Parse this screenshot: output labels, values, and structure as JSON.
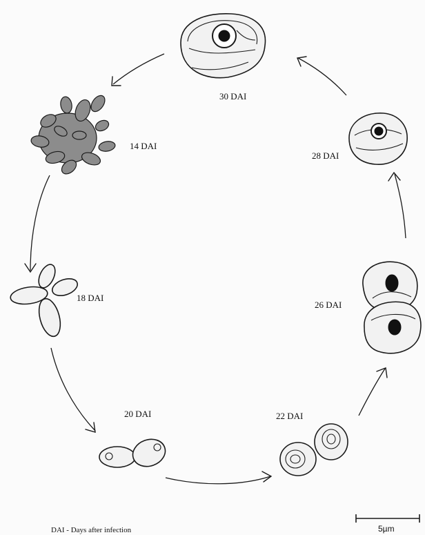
{
  "diagram": {
    "stages": [
      {
        "id": "s30",
        "label": "30 DAI"
      },
      {
        "id": "s14",
        "label": "14 DAI"
      },
      {
        "id": "s18",
        "label": "18 DAI"
      },
      {
        "id": "s20",
        "label": "20 DAI"
      },
      {
        "id": "s22",
        "label": "22 DAI"
      },
      {
        "id": "s26",
        "label": "26 DAI"
      },
      {
        "id": "s28",
        "label": "28 DAI"
      }
    ],
    "legend": "DAI - Days after infection",
    "scale_bar_label": "5µm"
  }
}
